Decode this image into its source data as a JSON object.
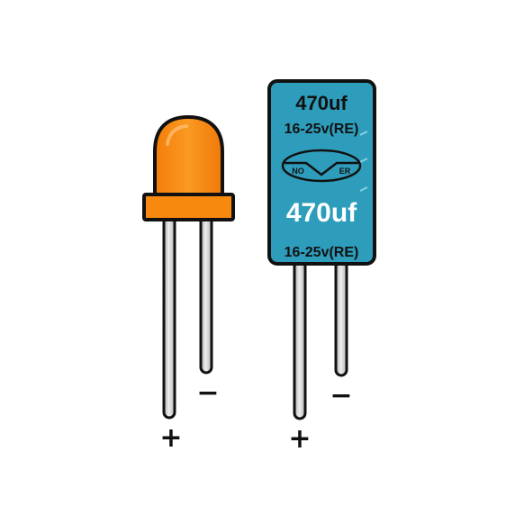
{
  "led": {
    "anode_sign": "+",
    "cathode_sign": "−",
    "body_color": "#f7890f",
    "outline_color": "#111111"
  },
  "capacitor": {
    "top_value": "470uf",
    "top_voltage": "16-25v(RE)",
    "logo_left": "NO",
    "logo_right": "ER",
    "big_value": "470uf",
    "bottom_voltage": "16-25v(RE)",
    "anode_sign": "+",
    "cathode_sign": "−",
    "body_color": "#2e9dbb",
    "outline_color": "#111111"
  },
  "lead_color": "#c8c8c8"
}
